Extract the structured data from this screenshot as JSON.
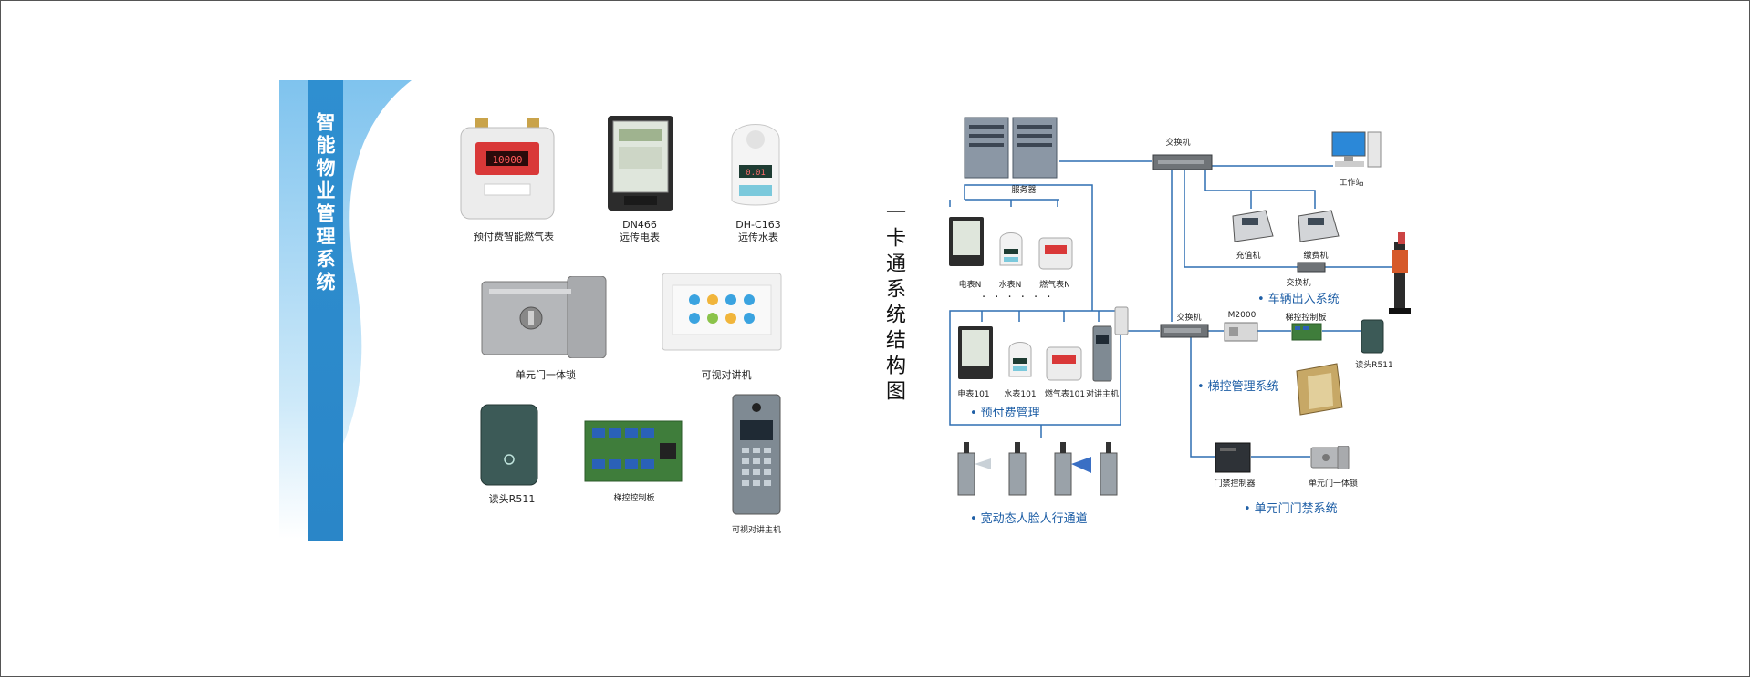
{
  "banner": {
    "title": "智能物业管理系统"
  },
  "products": {
    "gas_meter": "预付费智能燃气表",
    "dn466_model": "DN466",
    "dn466_name": "远传电表",
    "dhc163_model": "DH-C163",
    "dhc163_name": "远传水表",
    "door_lock": "单元门一体锁",
    "intercom": "可视对讲机",
    "reader": "读头R511",
    "elevator_board": "梯控控制板",
    "intercom_host": "可视对讲主机",
    "gas_display": "10000",
    "water_display": "0.01"
  },
  "diagram": {
    "title": "一卡通系统结构图",
    "server": "服务器",
    "switch_top": "交换机",
    "workstation": "工作站",
    "recharge": "充值机",
    "payment": "缴费机",
    "switch_vehicle": "交换机",
    "vehicle_system": "车辆出入系统",
    "meter_n_elec": "电表N",
    "meter_n_water": "水表N",
    "meter_n_gas": "燃气表N",
    "dots": "· · · · · ·",
    "meter_101_elec": "电表101",
    "meter_101_water": "水表101",
    "meter_101_gas": "燃气表101",
    "intercom_main": "对讲主机",
    "prepaid_system": "预付费管理",
    "switch_mid": "交换机",
    "m2000": "M2000",
    "elevator_board": "梯控控制板",
    "reader": "读头R511",
    "elevator_system": "梯控管理系统",
    "access_controller": "门禁控制器",
    "unit_lock": "单元门一体锁",
    "access_system": "单元门门禁系统",
    "face_channel": "宽动态人脸人行通道"
  },
  "colors": {
    "banner_dark": "#2e8ccd",
    "banner_light": "#9fd3f2",
    "line": "#2f6fb2",
    "system_text": "#1f5fa6"
  }
}
